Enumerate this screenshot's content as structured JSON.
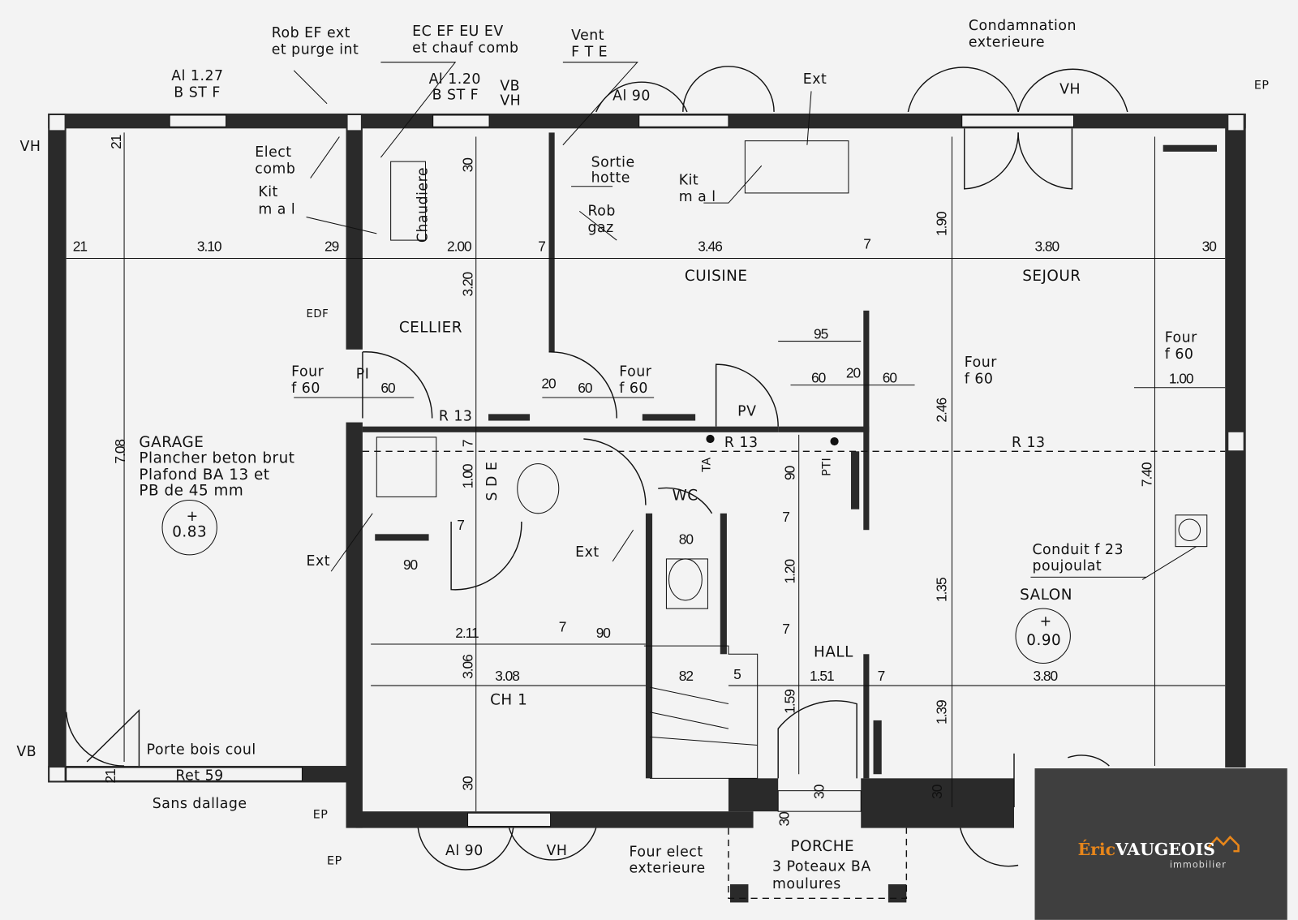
{
  "annotations": {
    "rob_ef": [
      "Rob EF ext",
      "et purge int"
    ],
    "ec_ef": [
      "EC EF EU EV",
      "et chauf comb"
    ],
    "vent": [
      "Vent",
      "F T E"
    ],
    "condamnation": [
      "Condamnation",
      "exterieure"
    ],
    "al127": [
      "Al 1.27",
      "B ST F"
    ],
    "al120": [
      "Al 1.20",
      "B ST F"
    ],
    "vbvh": [
      "VB",
      "VH"
    ],
    "al90_top": "Al 90",
    "ext_top": "Ext",
    "vh_top": "VH",
    "ep_top": "EP",
    "vh_left": "VH",
    "elect": [
      "Elect",
      "comb"
    ],
    "kit1": [
      "Kit",
      "m a l"
    ],
    "chaudiere": "Chaudiere",
    "sortie": [
      "Sortie",
      "hotte"
    ],
    "kit2": [
      "Kit",
      "m a l"
    ],
    "rob_gaz": [
      "Rob",
      "gaz"
    ],
    "edf": "EDF",
    "four1": [
      "Four",
      "f 60"
    ],
    "four2": [
      "Four",
      "f 60"
    ],
    "four3": [
      "Four",
      "f 60"
    ],
    "four4": [
      "Four",
      "f 60"
    ],
    "pi": "PI",
    "pv": "PV",
    "r13": [
      "R 13",
      "R 13",
      "R 13"
    ],
    "ta": "TA",
    "pti": "PTI",
    "sde": "S D E",
    "ext_garage": "Ext",
    "ext_wc": "Ext",
    "conduit": [
      "Conduit f 23",
      "poujoulat"
    ],
    "vb_left": "VB",
    "porte": "Porte bois coul",
    "ret": "Ret 59",
    "sans_dallage": "Sans dallage",
    "ep_bottom1": "EP",
    "ep_bottom2": "EP",
    "al90_bottom": "Al 90",
    "vh_bottom": "VH",
    "four_elect": [
      "Four elect",
      "exterieure"
    ],
    "porche_detail": [
      "3 Poteaux BA",
      "moulures"
    ]
  },
  "rooms": {
    "garage": [
      "GARAGE",
      "Plancher beton brut",
      "Plafond BA 13 et",
      "PB de 45 mm"
    ],
    "garage_level": [
      "+",
      "0.83"
    ],
    "cellier": "CELLIER",
    "cuisine": "CUISINE",
    "sejour": "SEJOUR",
    "wc": "WC",
    "hall": "HALL",
    "ch1": "CH 1",
    "salon": "SALON",
    "salon_level": [
      "+",
      "0.90"
    ],
    "porche": "PORCHE"
  },
  "dimensions": [
    "21",
    "3.10",
    "29",
    "2.00",
    "7",
    "3.46",
    "7",
    "3.80",
    "30",
    "21",
    "30",
    "1.90",
    "3.20",
    "95",
    "60",
    "20",
    "60",
    "60",
    "20",
    "60",
    "1.00",
    "2.46",
    "7.08",
    "7",
    "1.00",
    "90",
    "7.40",
    "7",
    "80",
    "7",
    "90",
    "1.20",
    "1.35",
    "2.11",
    "7",
    "90",
    "7",
    "3.06",
    "3.08",
    "82",
    "5",
    "1.51",
    "7",
    "3.80",
    "1.59",
    "1.39",
    "21",
    "30",
    "30",
    "30",
    "30"
  ],
  "logo": {
    "first": "Éric",
    "last": "VAUGEOIS",
    "sub": "immobilier"
  }
}
